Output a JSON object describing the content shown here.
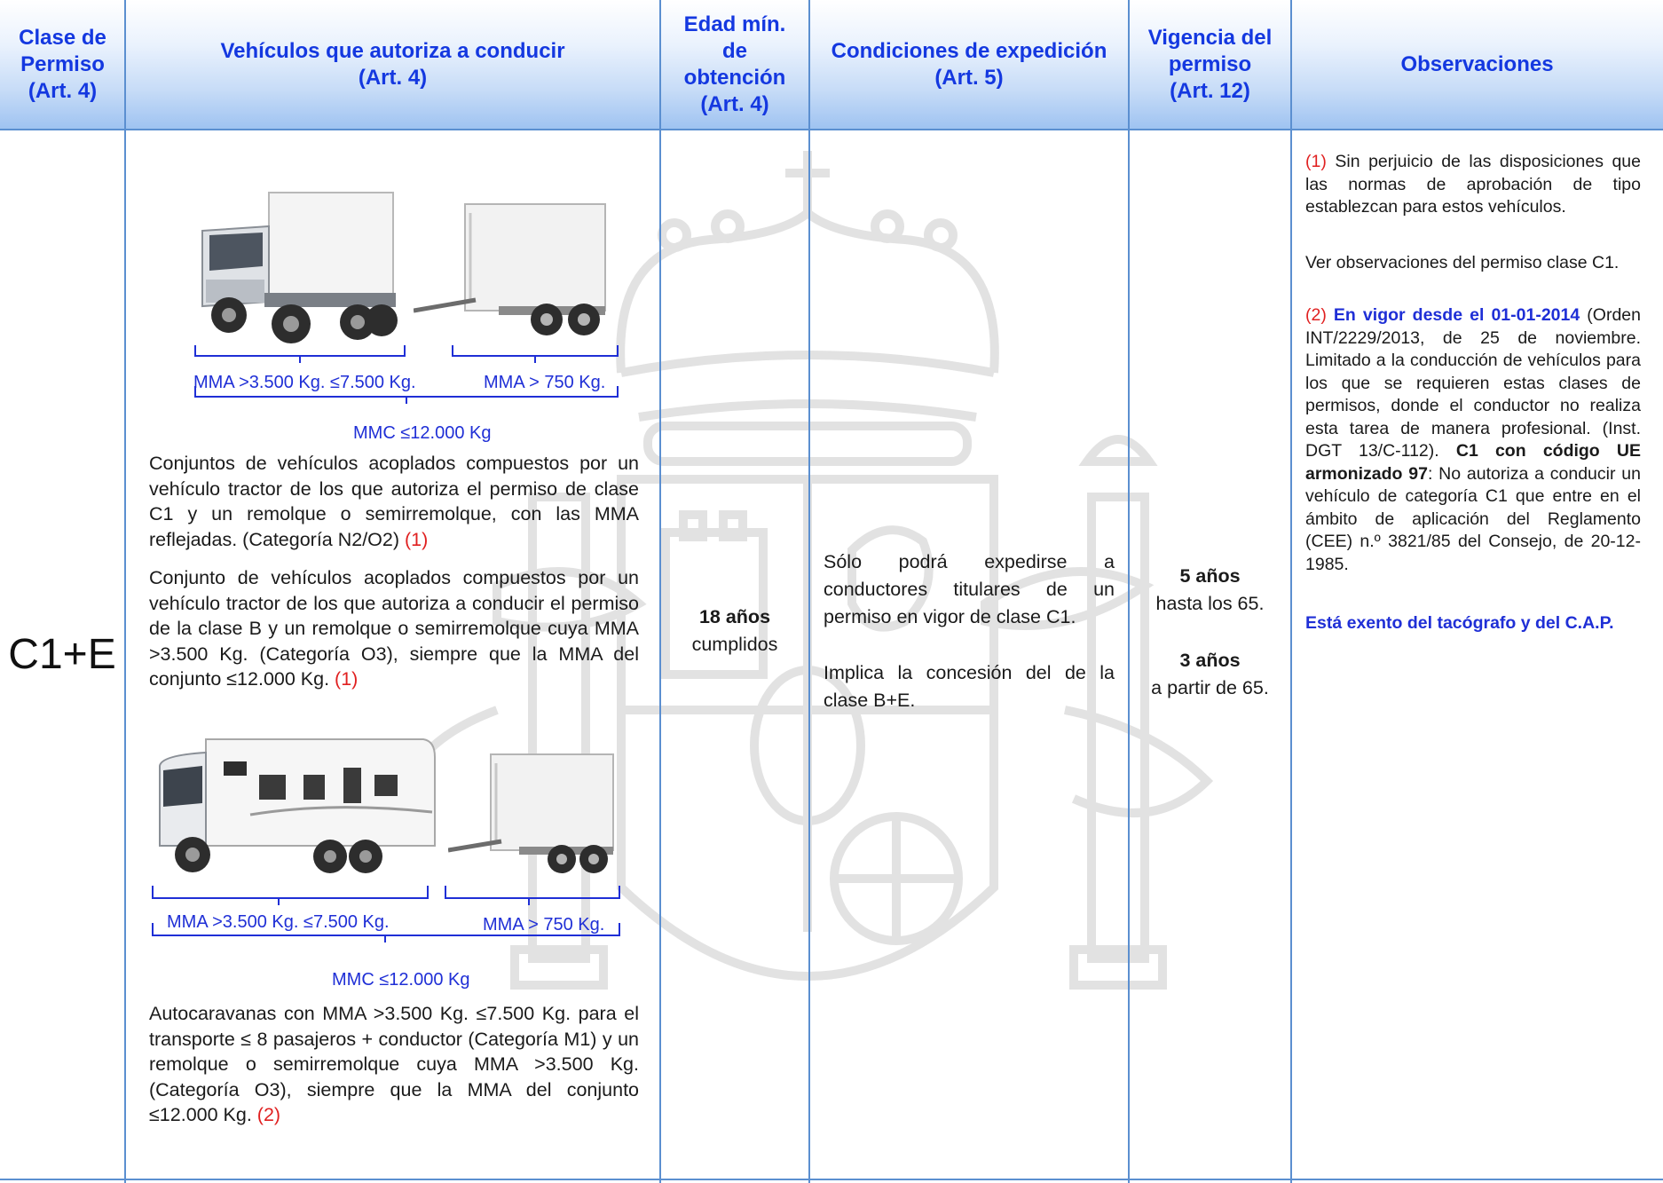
{
  "headers": {
    "clase": "Clase de\nPermiso\n(Art. 4)",
    "vehiculos": "Vehículos que autoriza a conducir\n(Art. 4)",
    "edad": "Edad mín.\nde\nobtención\n(Art. 4)",
    "condiciones": "Condiciones de expedición\n(Art. 5)",
    "vigencia": "Vigencia del\npermiso\n(Art. 12)",
    "observaciones": "Observaciones"
  },
  "clase": "C1+E",
  "vehicles": {
    "combo1": {
      "truck_label": "MMA >3.500 Kg. ≤7.500 Kg.",
      "trailer_label": "MMA > 750 Kg.",
      "total_label": "MMC ≤12.000 Kg"
    },
    "para1_text": "Conjuntos de vehículos acoplados compuestos por un vehículo tractor de los que autoriza el permiso de clase C1 y un remolque o semirremolque, con las MMA reflejadas. (Categoría N2/O2) ",
    "para1_ref": "(1)",
    "para2_text": "Conjunto de vehículos acoplados compuestos por un vehículo tractor de los que autoriza a conducir el permiso de la clase B y un remolque o semirremolque cuya MMA >3.500 Kg. (Categoría O3), siempre que la MMA del conjunto ≤12.000 Kg. ",
    "para2_ref": "(1)",
    "combo2": {
      "truck_label": "MMA >3.500 Kg. ≤7.500 Kg.",
      "trailer_label": "MMA > 750 Kg.",
      "total_label": "MMC ≤12.000 Kg"
    },
    "para3_text": "Autocaravanas con  MMA >3.500 Kg. ≤7.500 Kg. para el transporte ≤ 8 pasajeros + conductor (Categoría M1) y un remolque o semirremolque cuya MMA >3.500 Kg. (Categoría O3), siempre que la MMA del conjunto ≤12.000 Kg. ",
    "para3_ref": "(2)"
  },
  "edad": {
    "value": "18 años",
    "note": "cumplidos"
  },
  "condiciones": {
    "p1": "Sólo podrá expedirse a conductores titulares de un permiso en vigor de clase C1.",
    "p2": "Implica la concesión del de la clase B+E."
  },
  "vigencia": {
    "v1": "5 años",
    "v1_note": "hasta los 65.",
    "v2": "3 años",
    "v2_note": "a partir de 65."
  },
  "observaciones": {
    "o1_ref": "(1)",
    "o1_text": " Sin perjuicio de las disposiciones que las normas de aprobación de tipo establezcan para estos vehículos.",
    "o2": "Ver observaciones del permiso clase C1.",
    "o3_ref": "(2)",
    "o3_bold": " En vigor desde el 01-01-2014",
    "o3_text_a": " (Orden INT/2229/2013, de 25 de noviembre. Limitado a la conducción de vehículos para los que se requieren estas clases de permisos, donde el conductor no realiza esta tarea de manera profesional. (Inst. DGT 13/C-112). ",
    "o3_bold2": "C1 con código UE armonizado 97",
    "o3_text_b": ": No autoriza a conducir un vehículo de categoría C1 que entre en el ámbito de aplicación del Reglamento (CEE) n.º 3821/85 del Consejo, de 20-12-1985.",
    "o3_exempt": "Está exento del tacógrafo y del C.A.P."
  },
  "colors": {
    "header_text": "#1438e0",
    "grid": "#5b8fd0",
    "ref_red": "#e02020",
    "label_blue": "#1f2fd6"
  }
}
